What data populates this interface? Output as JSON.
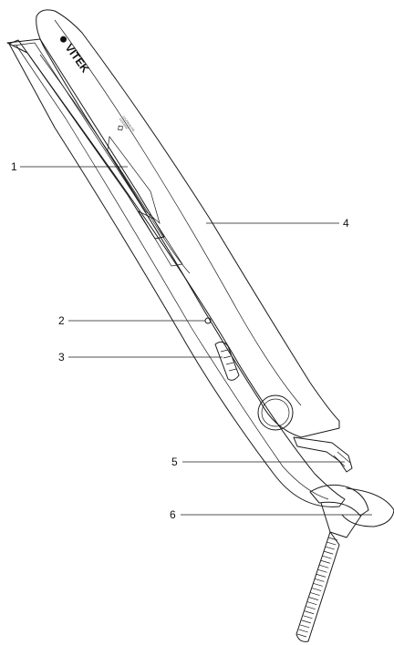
{
  "brand": {
    "name": "VITEK",
    "badge_line1": "TOURMALINE",
    "badge_line2": "CERAMIC"
  },
  "callouts": [
    "1",
    "2",
    "3",
    "4",
    "5",
    "6"
  ]
}
